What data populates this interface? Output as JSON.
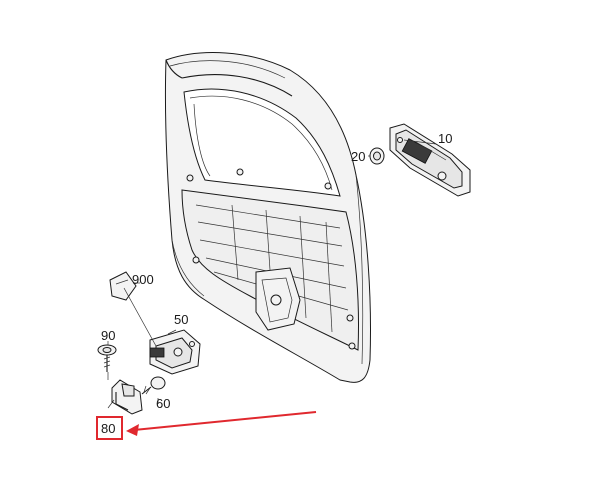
{
  "diagram": {
    "callouts": {
      "handle": "10",
      "grommet": "20",
      "latch": "50",
      "screw": "60",
      "striker": "80",
      "bolt": "90",
      "cover": "900"
    },
    "highlight_color": "#e0282e",
    "ink_color": "#1a1a1a"
  }
}
